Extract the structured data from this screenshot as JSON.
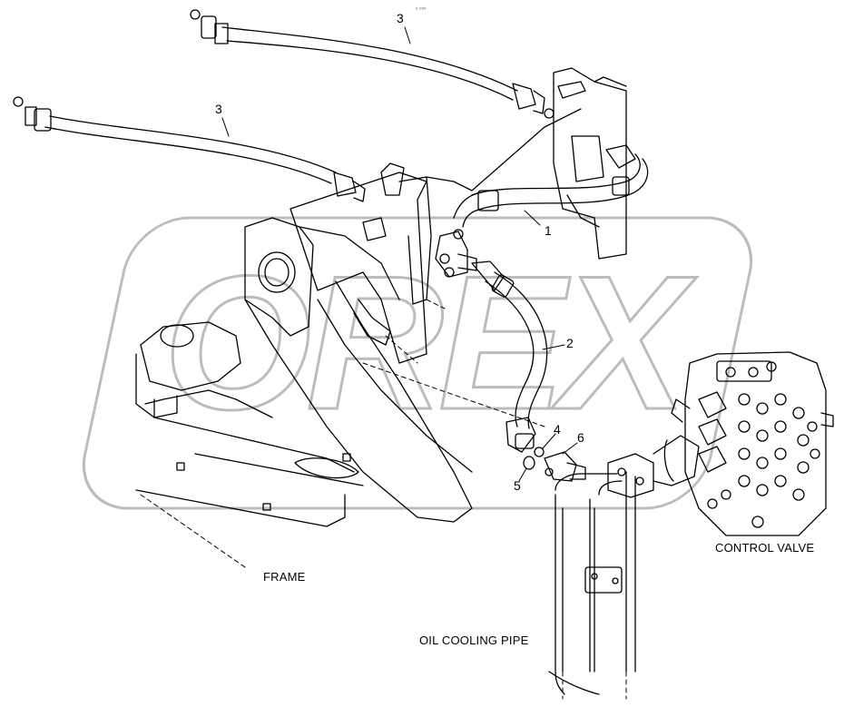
{
  "watermark": {
    "text": "OREX",
    "color": "#bcbcbc"
  },
  "callouts": [
    "3",
    "3",
    "1",
    "2",
    "4",
    "6",
    "5"
  ],
  "labels": {
    "frame": "FRAME",
    "control_valve": "CONTROL VALVE",
    "oil_cooling_pipe": "OIL COOLING PIPE"
  },
  "colors": {
    "line": "#000000",
    "background": "#ffffff"
  }
}
